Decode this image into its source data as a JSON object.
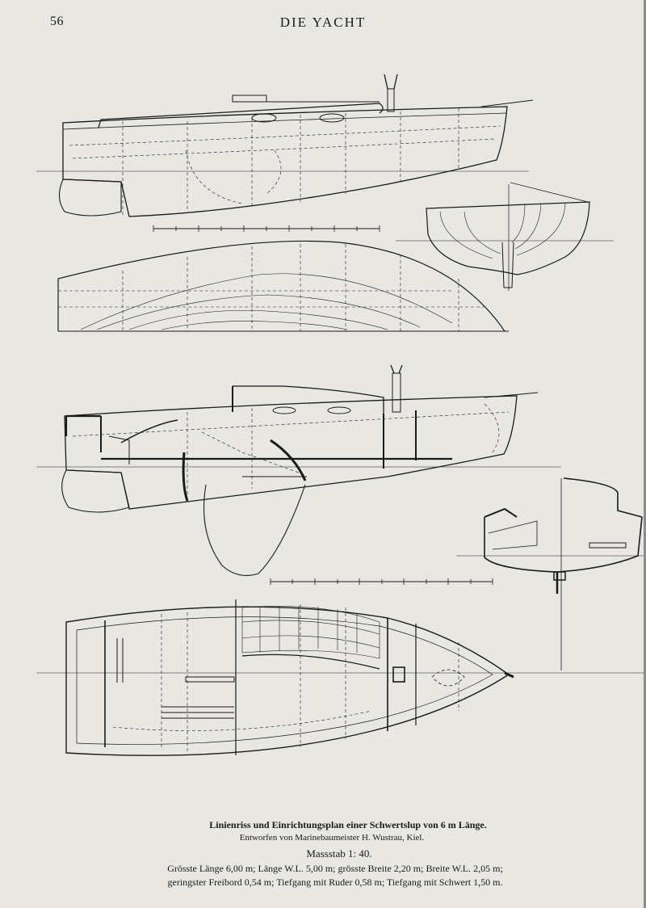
{
  "header": {
    "page_number": "56",
    "running_title": "DIE YACHT"
  },
  "caption": {
    "title": "Linienriss und Einrichtungsplan einer Schwertslup von 6 m Länge.",
    "designer": "Entworfen von Marinebaumeister H. Wustrau, Kiel.",
    "scale": "Massstab 1: 40.",
    "dimensions_line1": "Grösste Länge 6,00 m; Länge W.L. 5,00 m; grösste Breite 2,20 m; Breite W.L. 2,05 m;",
    "dimensions_line2": "geringster Freibord 0,54 m; Tiefgang mit Ruder 0,58 m; Tiefgang mit Schwert 1,50 m."
  },
  "colors": {
    "paper": "#e9e7e2",
    "ink": "#1a1a1a"
  }
}
